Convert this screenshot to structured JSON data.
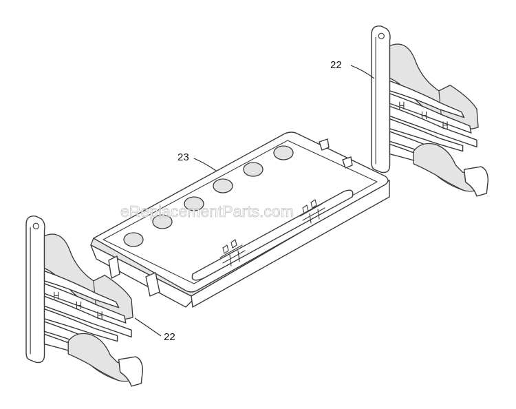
{
  "watermark": "eReplacementParts.com",
  "callouts": {
    "top_bracket": "22",
    "center_plate": "23",
    "bottom_bracket": "22"
  }
}
